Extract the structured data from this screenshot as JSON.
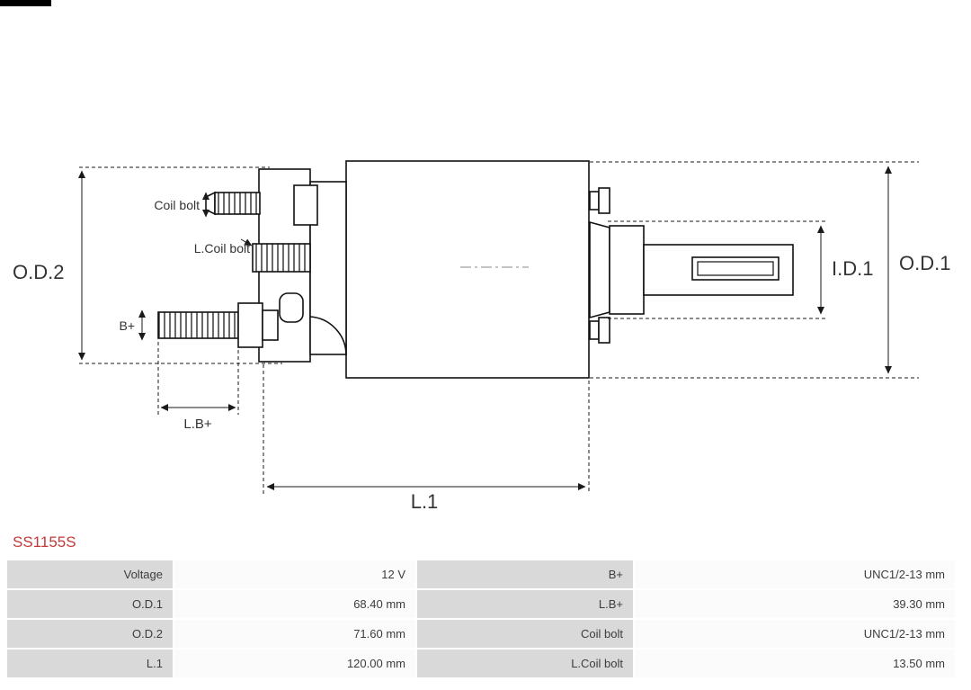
{
  "part": {
    "number": "SS1155S",
    "accent_color": "#C23A3A"
  },
  "diagram": {
    "labels": {
      "od2": "O.D.2",
      "coil_bolt": "Coil bolt",
      "l_coil_bolt": "L.Coil bolt",
      "b_plus": "B+",
      "l_b_plus": "L.B+",
      "l1": "L.1",
      "id1": "I.D.1",
      "od1": "O.D.1"
    }
  },
  "spec_table": {
    "colors": {
      "label_bg": "#D9D9D9",
      "value_bg": "#FBFBFB",
      "text": "#3C3C3C"
    },
    "rows": [
      {
        "label_left": "Voltage",
        "value_left": "12 V",
        "label_right": "B+",
        "value_right": "UNC1/2-13 mm"
      },
      {
        "label_left": "O.D.1",
        "value_left": "68.40 mm",
        "label_right": "L.B+",
        "value_right": "39.30 mm"
      },
      {
        "label_left": "O.D.2",
        "value_left": "71.60 mm",
        "label_right": "Coil bolt",
        "value_right": "UNC1/2-13 mm"
      },
      {
        "label_left": "L.1",
        "value_left": "120.00 mm",
        "label_right": "L.Coil bolt",
        "value_right": "13.50 mm"
      }
    ]
  }
}
